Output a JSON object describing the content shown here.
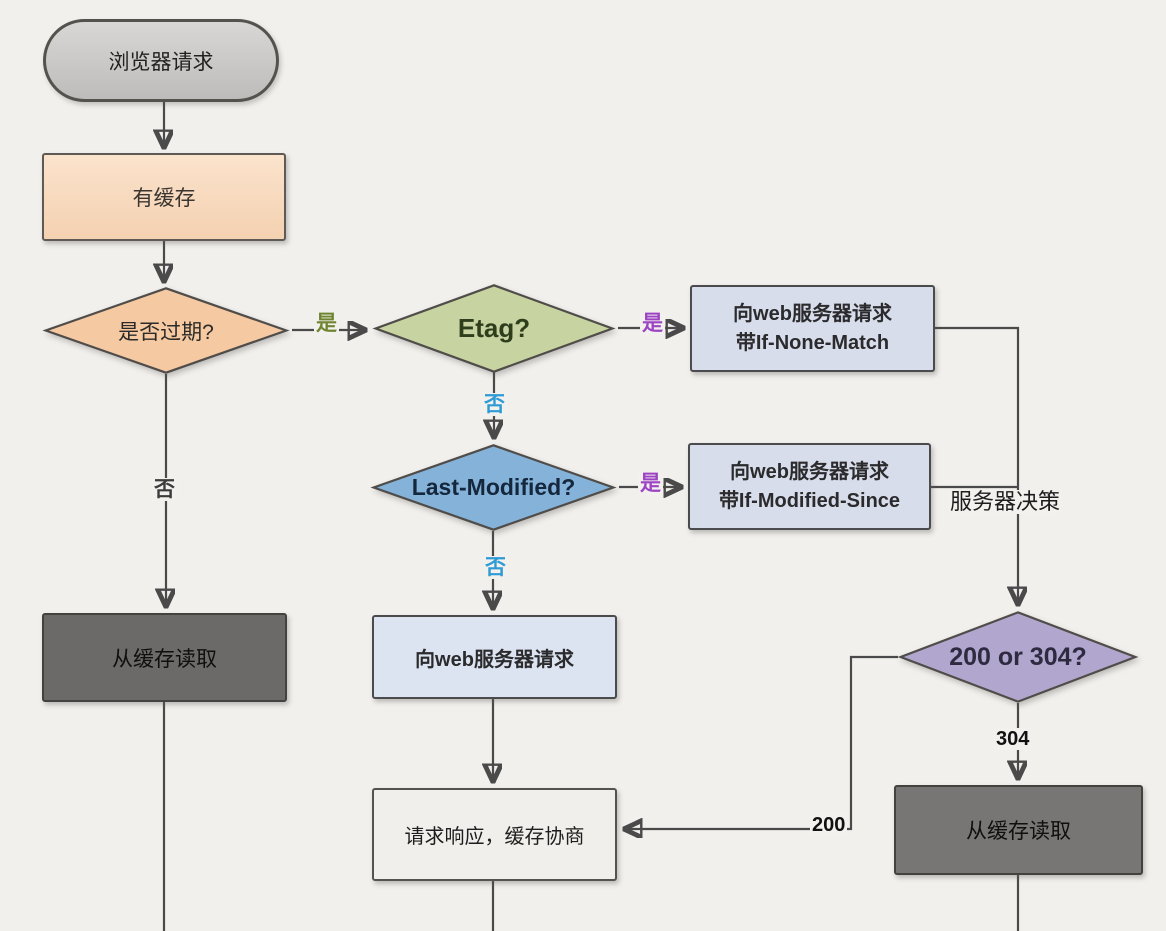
{
  "diagram": {
    "background": "#f2f0ed",
    "line_color": "#4a4a4a",
    "nodes": {
      "start": {
        "label": "浏览器请求",
        "shape": "stadium",
        "fill": "#c9c8c6"
      },
      "has_cache": {
        "label": "有缓存",
        "shape": "rect",
        "fill": "#f8dcc2"
      },
      "expired": {
        "label": "是否过期?",
        "shape": "diamond",
        "fill": "#f5c9a1"
      },
      "etag": {
        "label": "Etag?",
        "shape": "diamond",
        "fill": "#c7d3a0"
      },
      "req_if_none_match": {
        "line1": "向web服务器请求",
        "line2": "带If-None-Match",
        "shape": "rect",
        "fill": "#d8ddeb"
      },
      "last_modified": {
        "label": "Last-Modified?",
        "shape": "diamond",
        "fill": "#85b2d8"
      },
      "req_if_modified_since": {
        "line1": "向web服务器请求",
        "line2": "带If-Modified-Since",
        "shape": "rect",
        "fill": "#d8ddeb"
      },
      "read_cache_left": {
        "label": "从缓存读取",
        "shape": "rect",
        "fill": "#6c6a68"
      },
      "req_web_server": {
        "label": "向web服务器请求",
        "shape": "rect",
        "fill": "#dce4f1"
      },
      "status_check": {
        "label": "200 or 304?",
        "shape": "diamond",
        "fill": "#b1a6cd"
      },
      "response_nego": {
        "label": "请求响应，缓存协商",
        "shape": "rect",
        "fill": "#f1efec"
      },
      "read_cache_right": {
        "label": "从缓存读取",
        "shape": "rect",
        "fill": "#787674"
      }
    },
    "edge_labels": {
      "expired_yes": {
        "text": "是",
        "color": "#6f8530"
      },
      "expired_no": {
        "text": "否",
        "color": "#3c3c3c"
      },
      "etag_yes": {
        "text": "是",
        "color": "#9c44c4"
      },
      "etag_no": {
        "text": "否",
        "color": "#2f9bd5"
      },
      "lm_yes": {
        "text": "是",
        "color": "#9c44c4"
      },
      "lm_no": {
        "text": "否",
        "color": "#2f9bd5"
      },
      "server_decision": {
        "text": "服务器决策",
        "color": "#1d1d1d"
      },
      "branch_200": {
        "text": "200",
        "color": "#111111"
      },
      "branch_304": {
        "text": "304",
        "color": "#111111"
      }
    }
  }
}
